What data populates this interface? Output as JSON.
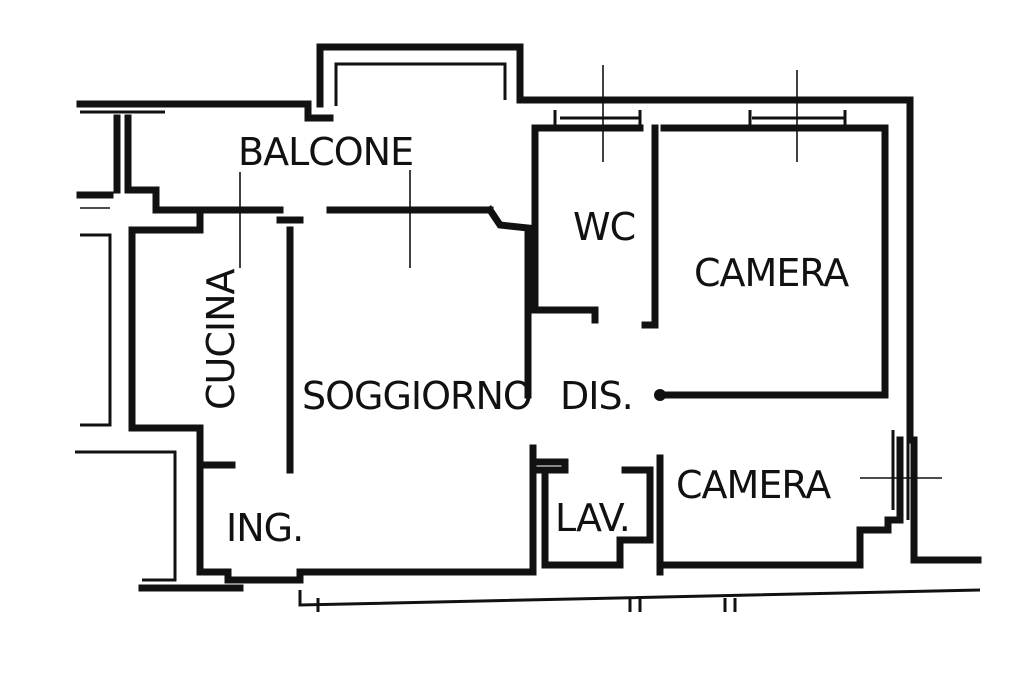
{
  "floorplan": {
    "rooms": {
      "balcone": "BALCONE",
      "cucina": "CUCINA",
      "soggiorno": "SOGGIORNO",
      "wc": "WC",
      "camera_top": "CAMERA",
      "dis": "DIS.",
      "camera_bottom": "CAMERA",
      "lav": "LAV.",
      "ing": "ING."
    }
  }
}
